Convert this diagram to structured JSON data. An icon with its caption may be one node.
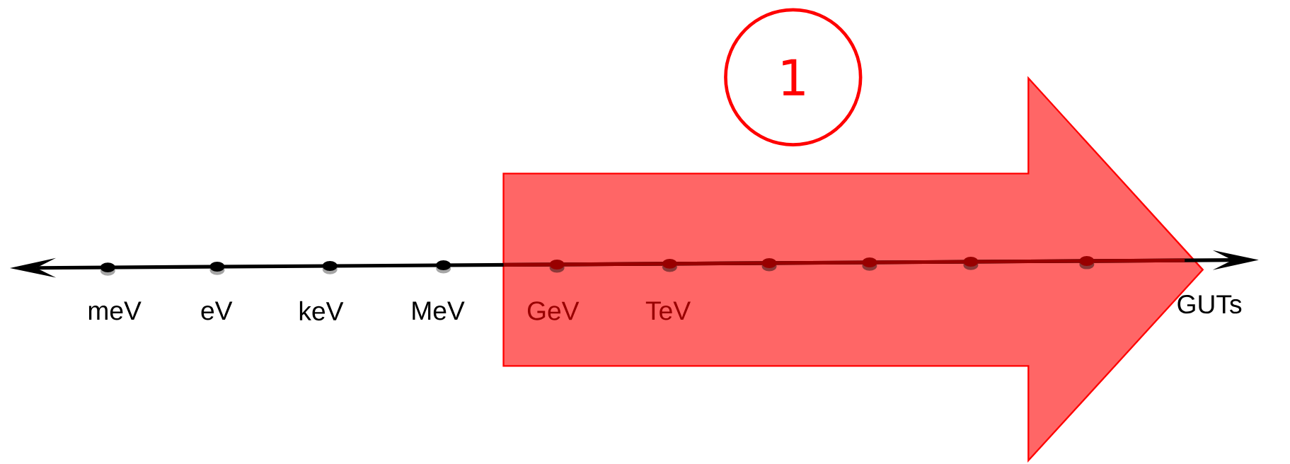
{
  "diagram": {
    "nodes": [
      {
        "text": [
          "1"
        ]
      }
    ],
    "labels": [
      "meV",
      "eV",
      "keV",
      "MeV",
      "GeV",
      "TeV",
      "GUTs"
    ]
  }
}
